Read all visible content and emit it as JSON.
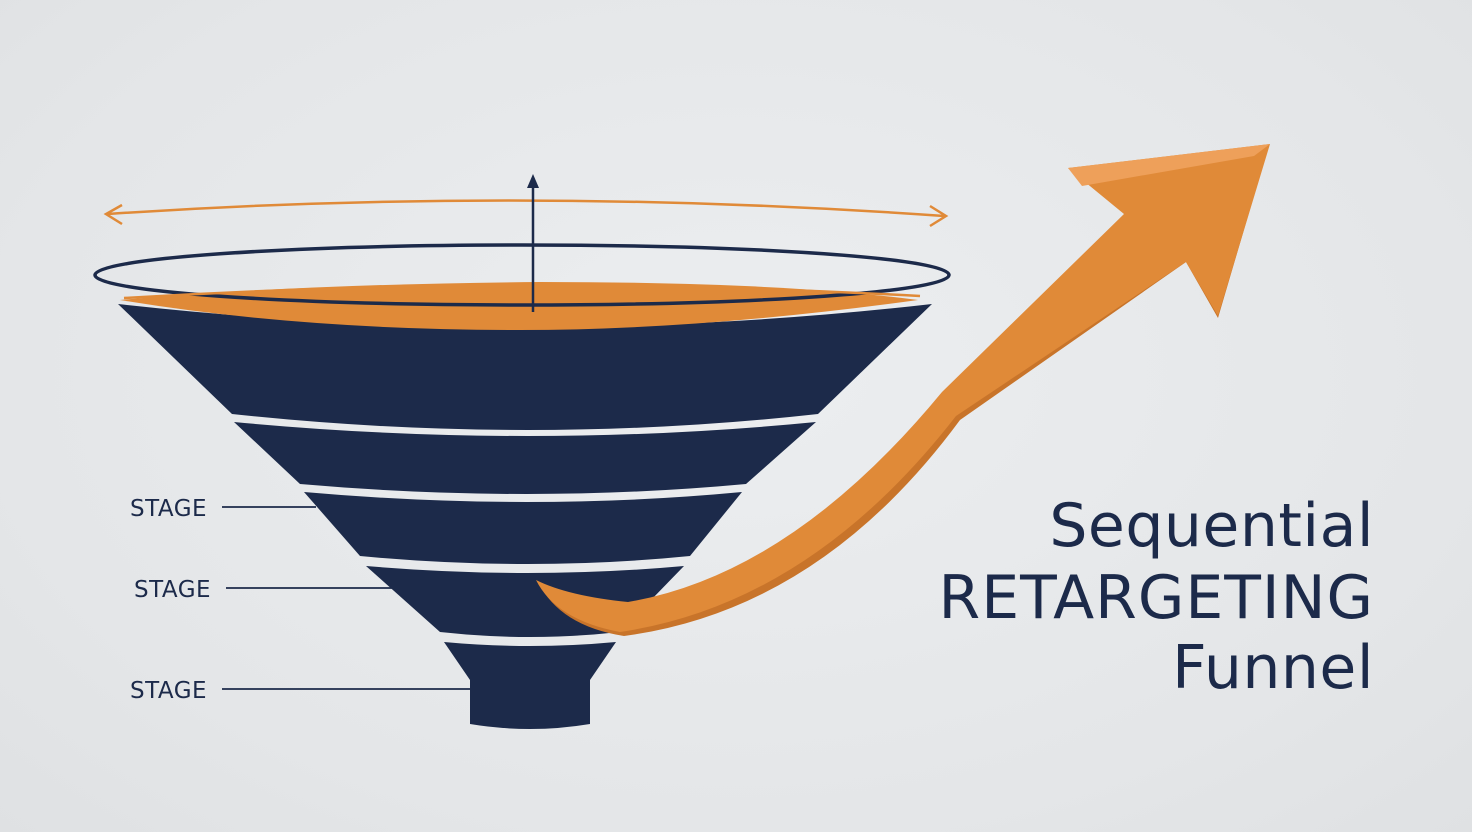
{
  "colors": {
    "navy": "#1c2a4a",
    "orange": "#e08a38",
    "background": "#e6e8ea"
  },
  "stages": [
    {
      "label": "STAGE"
    },
    {
      "label": "STAGE"
    },
    {
      "label": "STAGE"
    }
  ],
  "title": {
    "line1": "Sequential",
    "line2": "RETARGETING",
    "line3": "Funnel"
  }
}
